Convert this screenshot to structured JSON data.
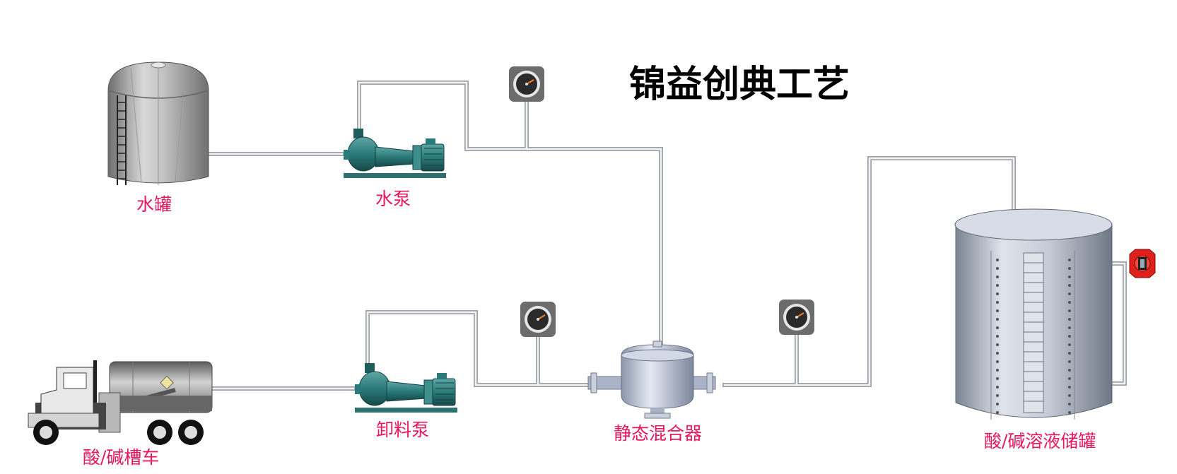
{
  "title": "锦益创典工艺",
  "labels": {
    "water_tank": "水罐",
    "water_pump": "水泵",
    "tanker_truck": "酸/碱槽车",
    "unload_pump": "卸料泵",
    "static_mixer": "静态混合器",
    "storage_tank": "酸/碱溶液储罐"
  },
  "colors": {
    "label": "#e8175d",
    "pipe": "#b8bcc0",
    "pump": "#2e8080"
  },
  "icons": [
    "water-tank-icon",
    "pump-icon",
    "pressure-gauge-icon",
    "tanker-truck-icon",
    "static-mixer-icon",
    "storage-tank-icon",
    "level-transmitter-icon"
  ]
}
